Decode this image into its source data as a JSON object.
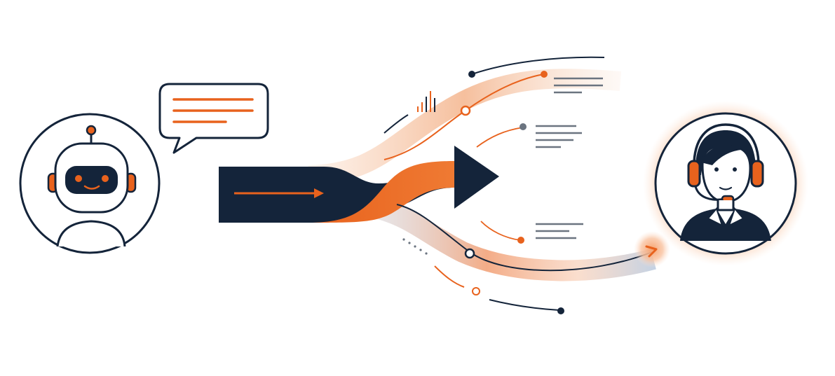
{
  "diagram": {
    "nodes": [
      {
        "id": "bot",
        "role": "source",
        "icon": "robot-icon"
      },
      {
        "id": "agent",
        "role": "destination",
        "icon": "headset-agent-icon"
      }
    ],
    "edges": [
      {
        "from": "bot",
        "to": "agent",
        "style": "handoff-flow"
      }
    ],
    "elements": {
      "speech_bubble": {
        "icon": "chat-bubble-icon",
        "text_lines": 3
      },
      "main_arrow": {
        "icon": "arrow-right-icon"
      },
      "branch_labels": 4
    },
    "colors": {
      "navy": "#14243a",
      "orange": "#e8621d",
      "light_orange": "#f6c4a3",
      "light_blue": "#c9d5e4",
      "gray": "#6b7480",
      "skin": "#ffffff"
    }
  }
}
